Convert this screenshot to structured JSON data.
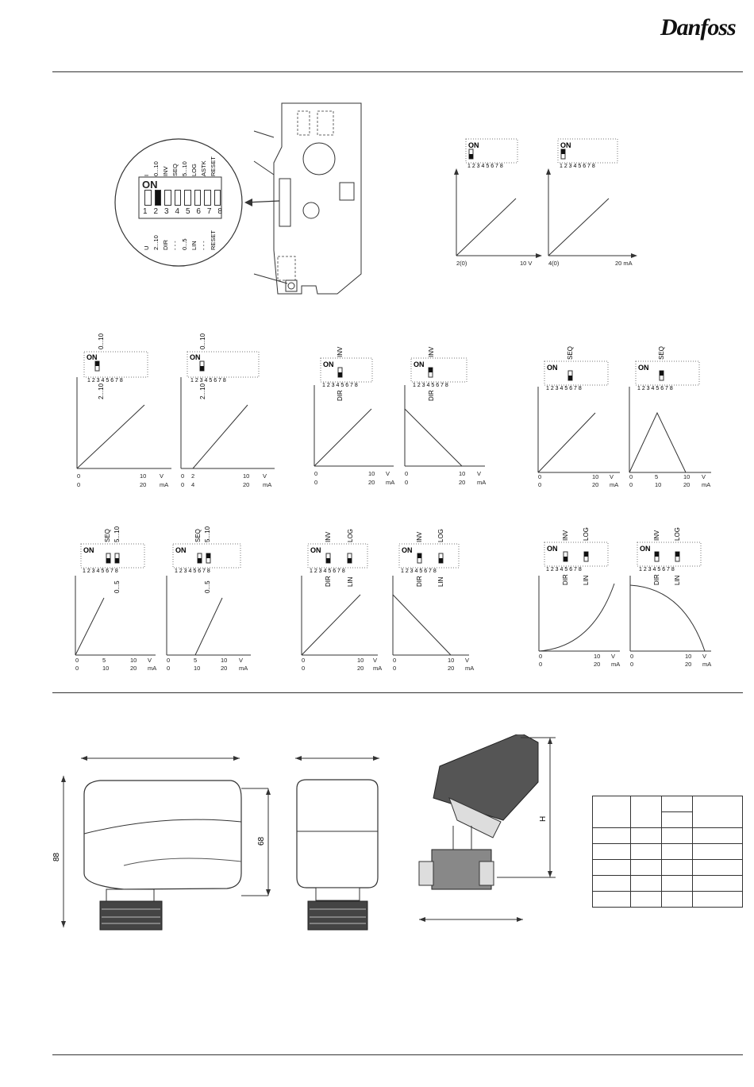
{
  "brand": {
    "logo_text": "Danfoss"
  },
  "board": {
    "dip_top_labels": [
      "I",
      "0...10",
      "INV",
      "SEQ",
      "5...10",
      "LOG",
      "ASTK",
      "RESET"
    ],
    "dip_bottom_labels": [
      "U",
      "2...10",
      "DIR",
      "- - -",
      "0...5",
      "LIN",
      "- - -",
      "RESET"
    ],
    "dip_on": "ON",
    "dip_numbers": [
      "1",
      "2",
      "3",
      "4",
      "5",
      "6",
      "7",
      "8"
    ]
  },
  "graphs_row0": [
    {
      "x_start": "2(0)",
      "x_end": "10 V"
    },
    {
      "x_start": "4(0)",
      "x_end": "20 mA"
    }
  ],
  "dip_small": {
    "on": "ON",
    "numbers": "1 2 3 4 5 6 7 8",
    "label_0_10": "0...10",
    "label_2_10": "2...10",
    "label_inv": "INV",
    "label_dir": "DIR",
    "label_seq": "SEQ",
    "label_log": "LOG",
    "label_lin": "LIN",
    "label_5_10": "5...10",
    "label_0_5": "0...5"
  },
  "axis_ticks": {
    "v": "V",
    "ma": "mA",
    "zero": "0",
    "two": "2",
    "four": "4",
    "five": "5",
    "ten": "10",
    "twenty": "20"
  },
  "dimensions": {
    "height_total": "88",
    "height_body": "68",
    "height_label": "H"
  }
}
